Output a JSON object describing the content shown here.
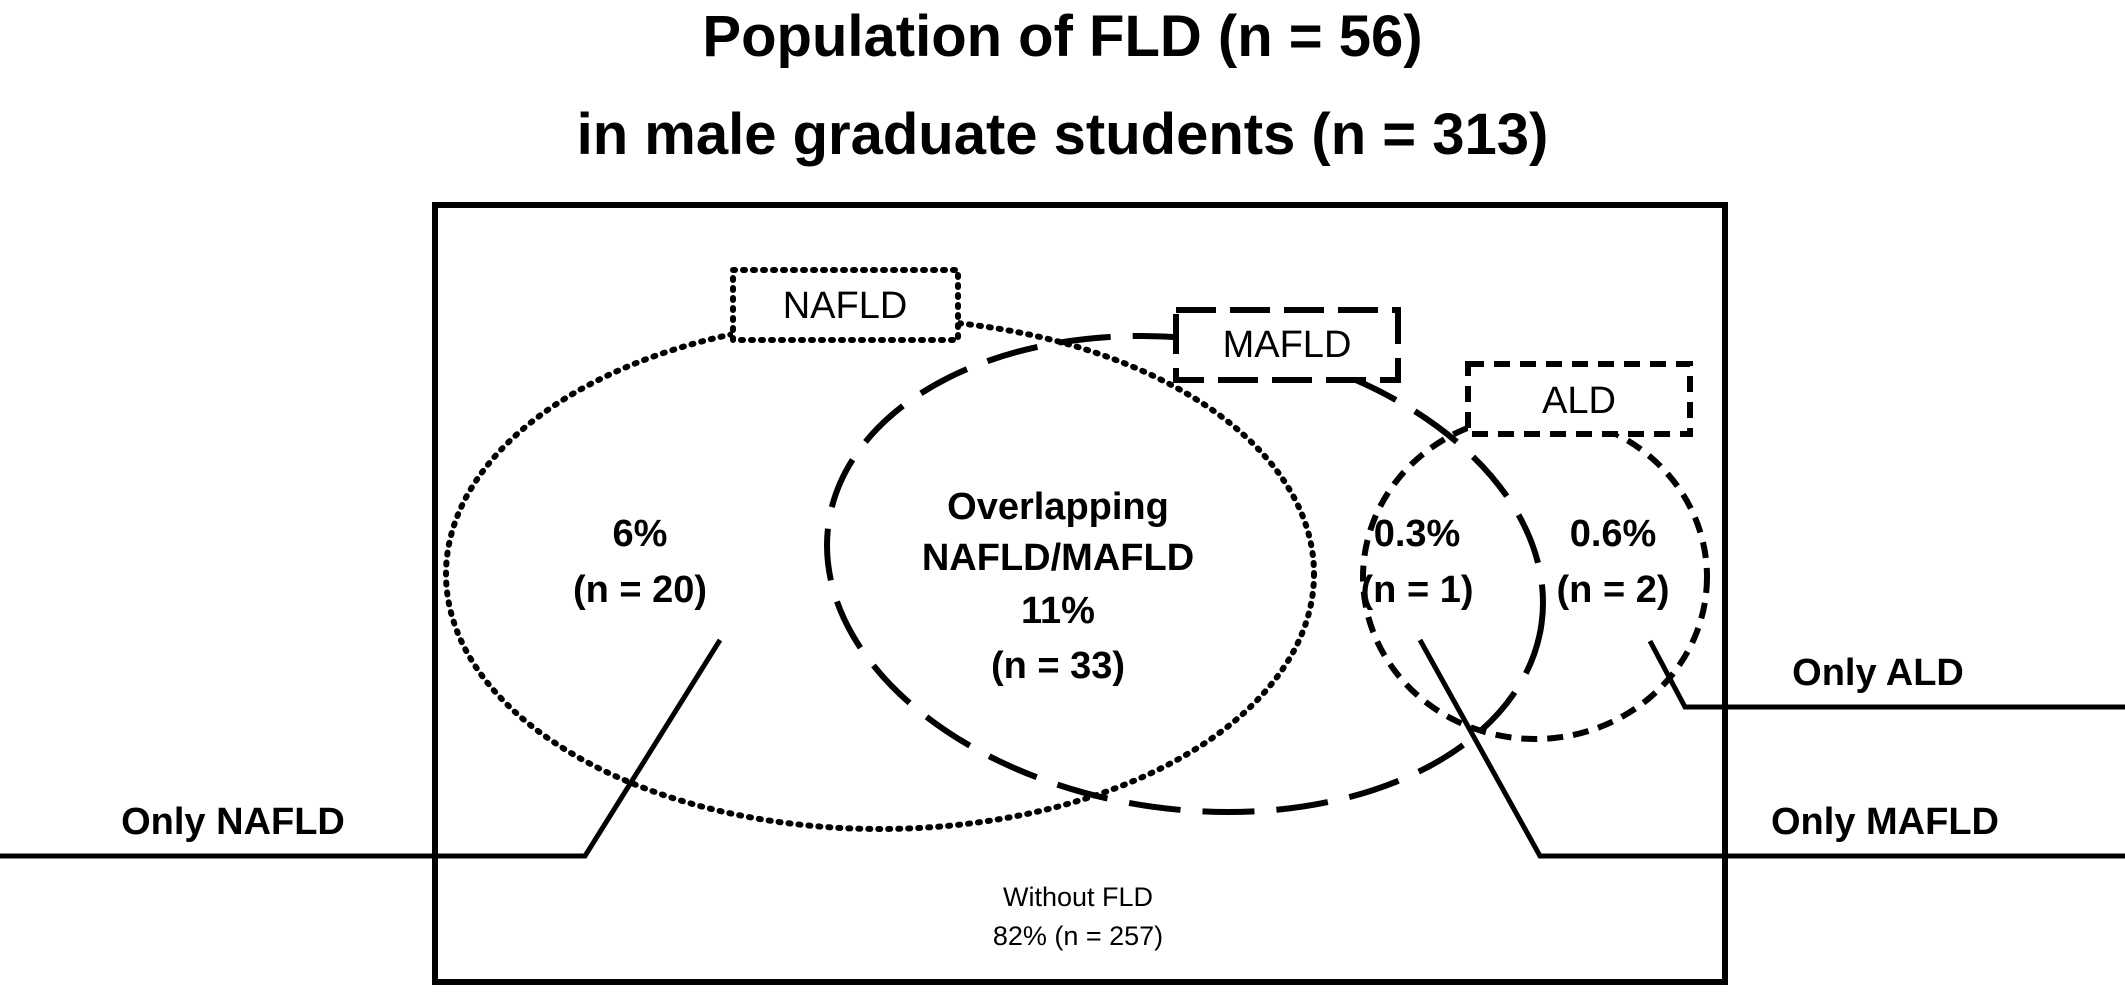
{
  "title": {
    "line1": "Population of FLD (n = 56)",
    "line2": "in male graduate students (n = 313)"
  },
  "sets": {
    "nafld": "NAFLD",
    "mafld": "MAFLD",
    "ald": "ALD"
  },
  "regions": {
    "only_nafld": {
      "pct": "6%",
      "n": "(n = 20)"
    },
    "overlap": {
      "line1": "Overlapping",
      "line2": "NAFLD/MAFLD",
      "pct": "11%",
      "n": "(n = 33)"
    },
    "mafld_ald": {
      "pct": "0.3%",
      "n": "(n = 1)"
    },
    "only_ald": {
      "pct": "0.6%",
      "n": "(n = 2)"
    },
    "without_fld": {
      "line1": "Without FLD",
      "line2": "82% (n = 257)"
    }
  },
  "callouts": {
    "only_nafld": "Only NAFLD",
    "only_ald": "Only ALD",
    "only_mafld": "Only MAFLD"
  }
}
